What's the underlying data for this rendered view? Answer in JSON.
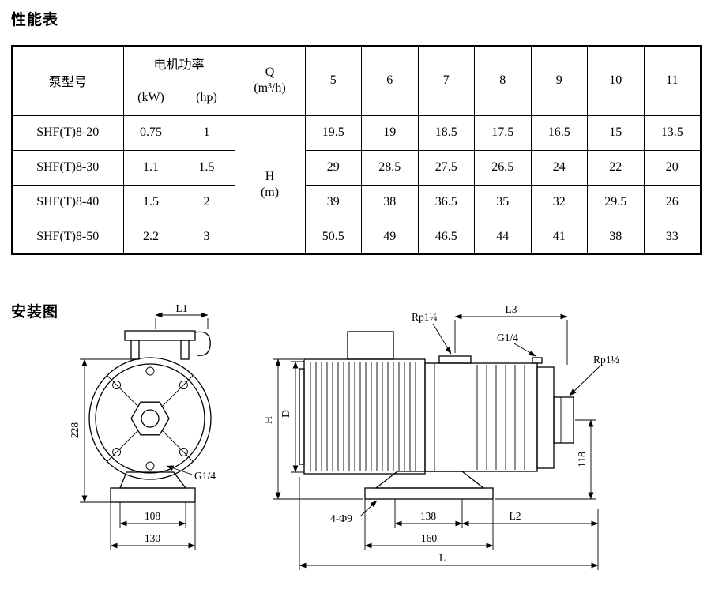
{
  "sections": {
    "performance_title": "性能表",
    "installation_title": "安装图"
  },
  "table": {
    "header": {
      "model": "泵型号",
      "motor_power": "电机功率",
      "kw": "(kW)",
      "hp": "(hp)",
      "q": "Q",
      "q_unit": "(m³/h)",
      "flow": [
        "5",
        "6",
        "7",
        "8",
        "9",
        "10",
        "11"
      ],
      "h": "H",
      "h_unit": "(m)"
    },
    "rows": [
      {
        "model": "SHF(T)8-20",
        "kw": "0.75",
        "hp": "1",
        "h": [
          "19.5",
          "19",
          "18.5",
          "17.5",
          "16.5",
          "15",
          "13.5"
        ]
      },
      {
        "model": "SHF(T)8-30",
        "kw": "1.1",
        "hp": "1.5",
        "h": [
          "29",
          "28.5",
          "27.5",
          "26.5",
          "24",
          "22",
          "20"
        ]
      },
      {
        "model": "SHF(T)8-40",
        "kw": "1.5",
        "hp": "2",
        "h": [
          "39",
          "38",
          "36.5",
          "35",
          "32",
          "29.5",
          "26"
        ]
      },
      {
        "model": "SHF(T)8-50",
        "kw": "2.2",
        "hp": "3",
        "h": [
          "50.5",
          "49",
          "46.5",
          "44",
          "41",
          "38",
          "33"
        ]
      }
    ]
  },
  "front_view": {
    "l1": "L1",
    "dim_228": "228",
    "g14": "G1/4",
    "dim_108": "108",
    "dim_130": "130"
  },
  "side_view": {
    "l3": "L3",
    "rp1_quarter": "Rp1¼",
    "g14": "G1/4",
    "rp1_half": "Rp1½",
    "h": "H",
    "d": "D",
    "dim_118": "118",
    "holes": "4-Φ9",
    "dim_138": "138",
    "l2": "L2",
    "dim_160": "160",
    "l": "L"
  }
}
